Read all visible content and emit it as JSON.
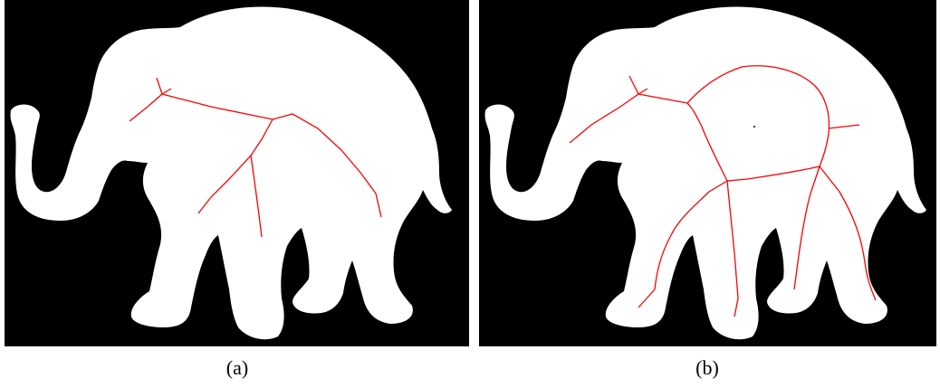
{
  "figure": {
    "panels": [
      {
        "id": "a",
        "caption": "(a)",
        "description_shape": "elephant silhouette with skeleton"
      },
      {
        "id": "b",
        "caption": "(b)",
        "description_shape": "elephant silhouette with skeleton"
      }
    ],
    "colors": {
      "background": "#000000",
      "silhouette": "#ffffff",
      "skeleton": "#ff0000"
    }
  }
}
